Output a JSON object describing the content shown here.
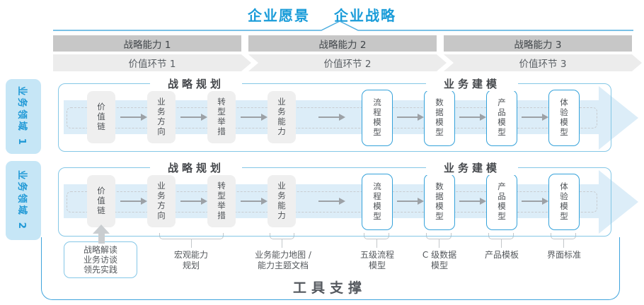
{
  "header": {
    "vision": "企业愿景",
    "strategy": "企业战略"
  },
  "capability_bars": [
    {
      "label": "战略能力 1"
    },
    {
      "label": "战略能力 2"
    },
    {
      "label": "战略能力 3"
    }
  ],
  "value_chevrons": [
    {
      "label": "价值环节 1"
    },
    {
      "label": "价值环节 2"
    },
    {
      "label": "价值环节 3"
    }
  ],
  "domains": [
    {
      "label": "业务领域 1"
    },
    {
      "label": "业务领域 2"
    }
  ],
  "rows": [
    {
      "planning_title": "战略规划",
      "modeling_title": "业务建模",
      "boxes": [
        {
          "label": "价值链",
          "style": "gray"
        },
        {
          "label": "业务方向",
          "style": "gray"
        },
        {
          "label": "转型举措",
          "style": "gray"
        },
        {
          "label": "业务能力",
          "style": "gray"
        },
        {
          "label": "流程模型",
          "style": "blue"
        },
        {
          "label": "数据模型",
          "style": "blue"
        },
        {
          "label": "产品模型",
          "style": "blue"
        },
        {
          "label": "体验模型",
          "style": "blue"
        }
      ]
    },
    {
      "planning_title": "战略规划",
      "modeling_title": "业务建模",
      "boxes": [
        {
          "label": "价值链",
          "style": "gray"
        },
        {
          "label": "业务方向",
          "style": "gray"
        },
        {
          "label": "转型举措",
          "style": "gray"
        },
        {
          "label": "业务能力",
          "style": "gray"
        },
        {
          "label": "流程模型",
          "style": "blue"
        },
        {
          "label": "数据模型",
          "style": "blue"
        },
        {
          "label": "产品模型",
          "style": "blue"
        },
        {
          "label": "体验模型",
          "style": "blue"
        }
      ]
    }
  ],
  "annotations": {
    "inputs_box": {
      "lines": [
        "战略解读",
        "业务访谈",
        "领先实践"
      ]
    },
    "labels": [
      {
        "lines": [
          "宏观能力",
          "规划"
        ]
      },
      {
        "lines": [
          "业务能力地图 /",
          "能力主题文档"
        ]
      },
      {
        "lines": [
          "五级流程",
          "模型"
        ]
      },
      {
        "lines": [
          "C 级数据",
          "模型"
        ]
      },
      {
        "lines": [
          "产品模板"
        ]
      },
      {
        "lines": [
          "界面标准"
        ]
      }
    ]
  },
  "tools": {
    "label": "工具支撑"
  },
  "colors": {
    "accent_blue": "#1A9CD9",
    "box_border_blue": "#35A2DA",
    "band_blue": "#DCEDF8",
    "tab_blue": "#C6E6F6",
    "bar_gray": "#C7C7C7",
    "chevron_gray": "#ECECEC",
    "box_gray": "#EFEFEF"
  }
}
